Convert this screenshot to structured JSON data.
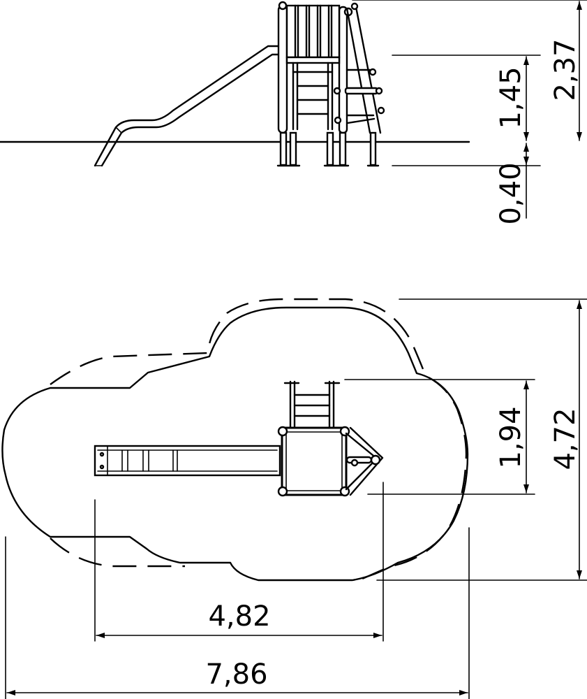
{
  "dimensions": {
    "side_total_height": "2,37",
    "side_platform_height": "1,45",
    "side_foundation_depth": "0,40",
    "plan_tower_depth": "1,94",
    "plan_total_depth": "4,72",
    "plan_play_length": "4,82",
    "plan_total_length": "7,86"
  }
}
